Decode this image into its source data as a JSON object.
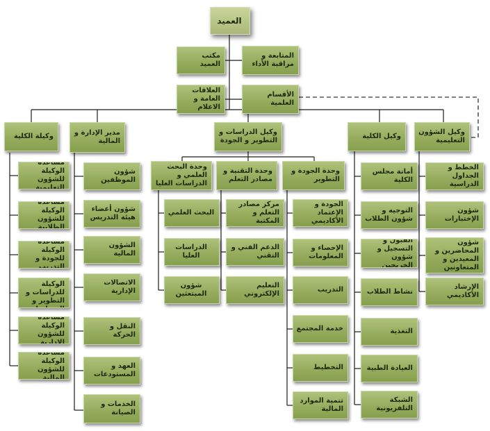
{
  "dean": "العميد",
  "staff": {
    "monitoring": "المتابعة و مراقبة الأداء",
    "office": "مكتب العميد",
    "departments": "الأقسام العلمية",
    "pr": "العلاقات العامة و الاعلام"
  },
  "branches": {
    "edu_affairs": {
      "title": "وكيل الشؤون التعليمية",
      "items": [
        "الخطط و الجداول الدراسية",
        "شؤون الإختبارات",
        "شؤون المحاضرين و المعيدين و المتعاونين",
        "الإرشاد الأكاديمي"
      ]
    },
    "vice_dean": {
      "title": "وكيل الكلية",
      "items": [
        "أمانة مجلس الكلية",
        "التوجيه و شؤون الطلاب",
        "القبول و التسجيل و شؤون الخريجين",
        "نشاط الطلاب",
        "التغذية",
        "العيادة الطبية",
        "الشبكة التلفزيونية"
      ]
    },
    "grad_studies": {
      "title": "وكيل الدراسات و التطوير و الجودة",
      "units": {
        "quality": {
          "title": "وحدة الجودة و التطوير",
          "items": [
            "الجودة و الإعتماد الأكاديمي",
            "الإحصاء و المعلومات",
            "التدريب",
            "خدمة المجتمع",
            "التخطيط",
            "تنمية الموارد المالية"
          ]
        },
        "tech": {
          "title": "وحدة التقنية و مصادر التعلم",
          "items": [
            "مركز مصادر التعلم و المكتبة",
            "الدعم الفني و التقني",
            "التعليم الإلكتروني"
          ]
        },
        "research": {
          "title": "وحدة البحث العلمي و الدراسات العليا",
          "items": [
            "البحث العلمي",
            "الدراسات العليا",
            "شؤون المبتعثين"
          ]
        }
      }
    },
    "admin": {
      "title": "مدير الإدارة و المالية",
      "items": [
        "شؤون الموظفين",
        "شؤون أعضاء هيئة التدريس",
        "الشؤون المالية",
        "الاتصالات الإدارية",
        "النقل و الحركة",
        "العهد و المستودعات",
        "الخدمات و الصيانة"
      ]
    },
    "female_vice": {
      "title": "وكيلة الكلية",
      "items": [
        "مساعدة الوكيلة للشؤون التعليمية",
        "مساعدة الوكيلة للشؤون الطلابية",
        "مساعدة الوكيلة للجودة و التدريب",
        "مساعدة الوكيلة للدراسات و التطوير و التخطيط",
        "مساعدة الوكيلة للشؤون الإدارية",
        "مساعدة الوكيلة للشؤون المالية"
      ]
    }
  },
  "colors": {
    "box": "#94ab5c",
    "line": "#1a1a1a",
    "dashed": "#333333"
  }
}
